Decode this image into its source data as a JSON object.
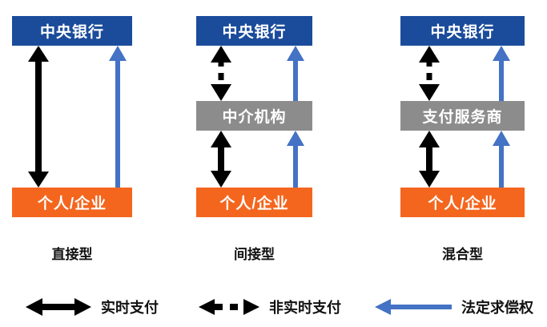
{
  "diagram": {
    "title_present": false,
    "colors": {
      "central_bank_box": "#1B4C9B",
      "intermediary_box": "#8C8C8C",
      "user_box": "#F4661E",
      "realtime_arrow": "#000000",
      "non_realtime_arrow": "#000000",
      "claim_arrow": "#4472C4",
      "background": "#FFFFFF",
      "label_text": "#111111",
      "box_text": "#FFFFFF"
    },
    "columns": [
      {
        "id": "direct",
        "label": "直接型",
        "nodes": [
          {
            "id": "central-bank",
            "text": "中央银行",
            "type": "bank"
          },
          {
            "id": "user",
            "text": "个人/企业",
            "type": "user"
          }
        ],
        "connections": [
          {
            "from": "user",
            "to": "central-bank",
            "style": "solid",
            "heads": "both",
            "color": "#000000",
            "meaning": "实时支付"
          },
          {
            "from": "user",
            "to": "central-bank",
            "style": "solid",
            "heads": "up",
            "color": "#4472C4",
            "meaning": "法定求偿权"
          }
        ]
      },
      {
        "id": "indirect",
        "label": "间接型",
        "nodes": [
          {
            "id": "central-bank",
            "text": "中央银行",
            "type": "bank"
          },
          {
            "id": "intermediary",
            "text": "中介机构",
            "type": "mid"
          },
          {
            "id": "user",
            "text": "个人/企业",
            "type": "user"
          }
        ],
        "connections": [
          {
            "from": "intermediary",
            "to": "central-bank",
            "style": "dashed",
            "heads": "both",
            "color": "#000000",
            "meaning": "非实时支付"
          },
          {
            "from": "intermediary",
            "to": "central-bank",
            "style": "solid",
            "heads": "up",
            "color": "#4472C4",
            "meaning": "法定求偿权"
          },
          {
            "from": "user",
            "to": "intermediary",
            "style": "solid",
            "heads": "both",
            "color": "#000000",
            "meaning": "实时支付"
          },
          {
            "from": "user",
            "to": "intermediary",
            "style": "solid",
            "heads": "up",
            "color": "#4472C4",
            "meaning": "法定求偿权"
          }
        ]
      },
      {
        "id": "hybrid",
        "label": "混合型",
        "nodes": [
          {
            "id": "central-bank",
            "text": "中央银行",
            "type": "bank"
          },
          {
            "id": "payment-service-provider",
            "text": "支付服务商",
            "type": "mid"
          },
          {
            "id": "user",
            "text": "个人/企业",
            "type": "user"
          }
        ],
        "connections": [
          {
            "from": "payment-service-provider",
            "to": "central-bank",
            "style": "dashed",
            "heads": "both",
            "color": "#000000",
            "meaning": "非实时支付"
          },
          {
            "from": "payment-service-provider",
            "to": "central-bank",
            "style": "solid",
            "heads": "up",
            "color": "#4472C4",
            "meaning": "法定求偿权"
          },
          {
            "from": "user",
            "to": "payment-service-provider",
            "style": "solid",
            "heads": "both",
            "color": "#000000",
            "meaning": "实时支付"
          },
          {
            "from": "user",
            "to": "payment-service-provider",
            "style": "solid",
            "heads": "up",
            "color": "#4472C4",
            "meaning": "法定求偿权"
          }
        ]
      }
    ],
    "legend": [
      {
        "id": "realtime",
        "label": "实时支付",
        "style": "solid",
        "heads": "both",
        "color": "#000000"
      },
      {
        "id": "non-realtime",
        "label": "非实时支付",
        "style": "dashed",
        "heads": "both",
        "color": "#000000"
      },
      {
        "id": "legal-claim",
        "label": "法定求偿权",
        "style": "solid",
        "heads": "left",
        "color": "#4472C4"
      }
    ]
  }
}
